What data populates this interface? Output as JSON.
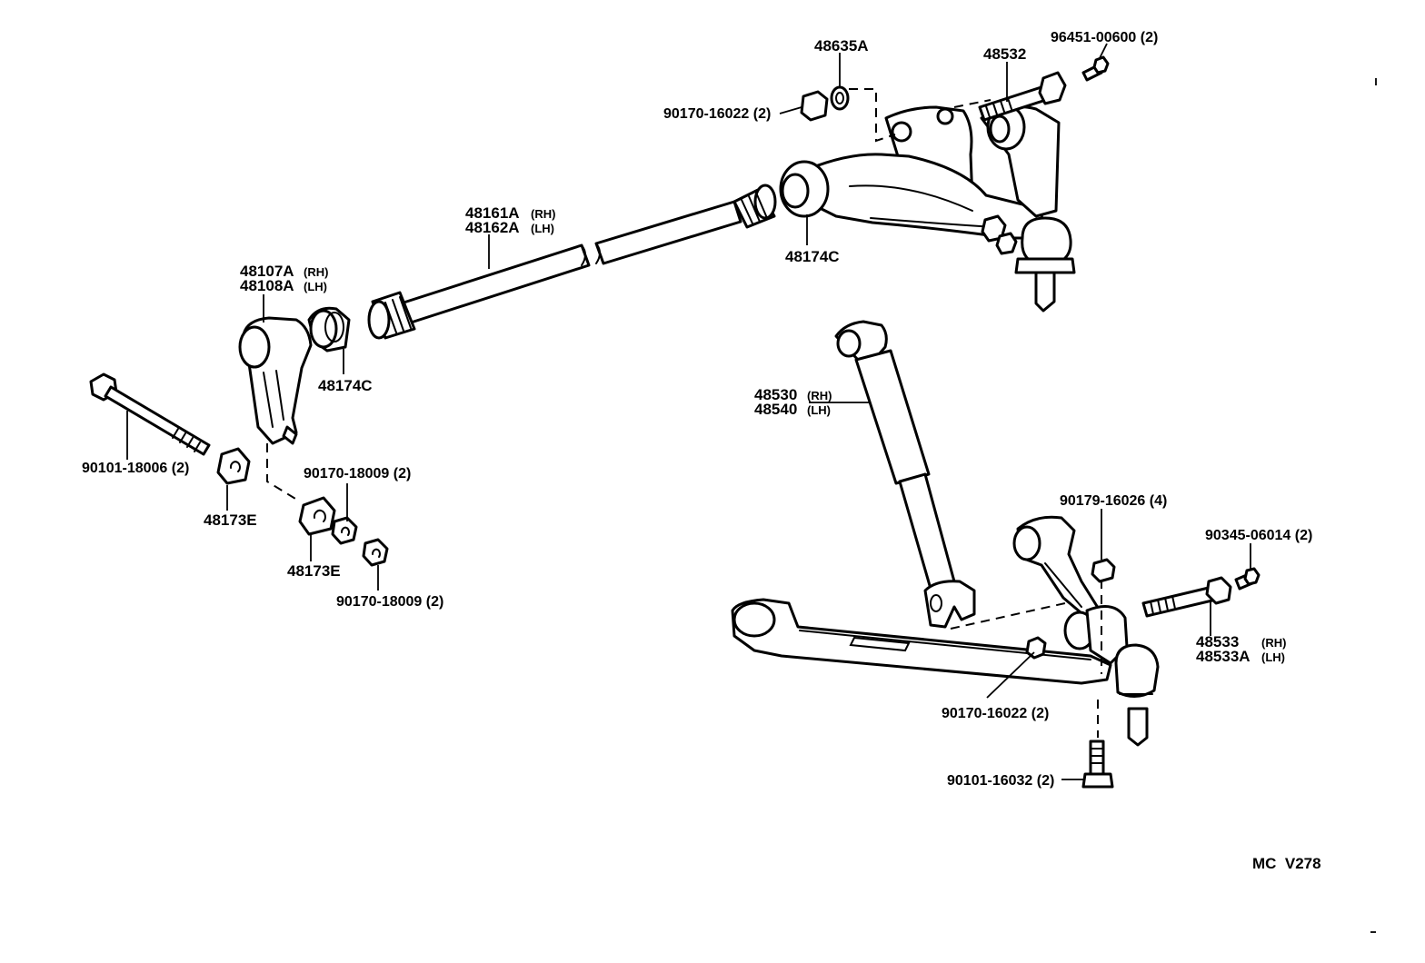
{
  "diagram": {
    "callouts": {
      "p48635a": "48635A",
      "p48532": "48532",
      "p96451": "96451-00600 (2)",
      "p90170_16022_top": "90170-16022 (2)",
      "p48161a": "48161A",
      "p48161a_side": "(RH)",
      "p48162a": "48162A",
      "p48162a_side": "(LH)",
      "p48174c_top": "48174C",
      "p48107a": "48107A",
      "p48107a_side": "(RH)",
      "p48108a": "48108A",
      "p48108a_side": "(LH)",
      "p48174c_left": "48174C",
      "p90101_18006": "90101-18006 (2)",
      "p48173e_left": "48173E",
      "p90170_18009_a": "90170-18009 (2)",
      "p48173e_mid": "48173E",
      "p90170_18009_b": "90170-18009 (2)",
      "p48530": "48530",
      "p48530_side": "(RH)",
      "p48540": "48540",
      "p48540_side": "(LH)",
      "p90179_16026": "90179-16026 (4)",
      "p90345_06014": "90345-06014 (2)",
      "p48533": "48533",
      "p48533_side": "(RH)",
      "p48533a": "48533A",
      "p48533a_side": "(LH)",
      "p90170_16022_bottom": "90170-16022 (2)",
      "p90101_16032": "90101-16032 (2)"
    },
    "illustration_code": "MC  V278"
  }
}
